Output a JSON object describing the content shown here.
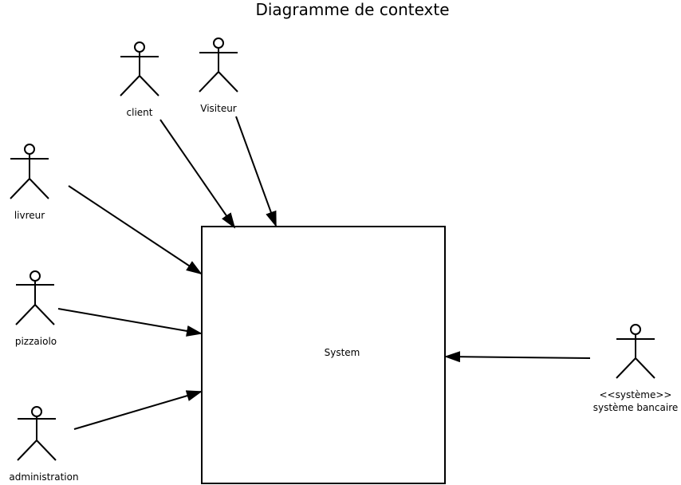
{
  "title": "Diagramme de contexte",
  "system": {
    "label": "System"
  },
  "actors": {
    "client": "client",
    "visiteur": "Visiteur",
    "livreur": "livreur",
    "pizzaiolo": "pizzaiolo",
    "administration": "administration",
    "bank_stereotype": "<<système>>",
    "bank_name": "système bancaire"
  }
}
